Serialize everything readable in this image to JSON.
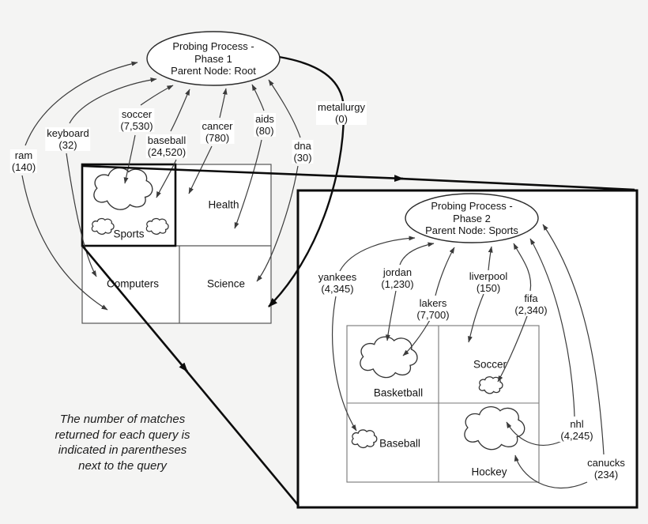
{
  "phase1": {
    "node": {
      "lines": [
        "Probing Process -",
        "Phase 1",
        "Parent Node: Root"
      ]
    },
    "queries": [
      {
        "term": "ram",
        "count": "(140)"
      },
      {
        "term": "keyboard",
        "count": "(32)"
      },
      {
        "term": "soccer",
        "count": "(7,530)"
      },
      {
        "term": "baseball",
        "count": "(24,520)"
      },
      {
        "term": "cancer",
        "count": "(780)"
      },
      {
        "term": "aids",
        "count": "(80)"
      },
      {
        "term": "dna",
        "count": "(30)"
      },
      {
        "term": "metallurgy",
        "count": "(0)"
      }
    ],
    "categories": [
      "Sports",
      "Health",
      "Computers",
      "Science"
    ]
  },
  "phase2": {
    "node": {
      "lines": [
        "Probing Process -",
        "Phase 2",
        "Parent Node: Sports"
      ]
    },
    "queries": [
      {
        "term": "yankees",
        "count": "(4,345)"
      },
      {
        "term": "jordan",
        "count": "(1,230)"
      },
      {
        "term": "lakers",
        "count": "(7,700)"
      },
      {
        "term": "liverpool",
        "count": "(150)"
      },
      {
        "term": "fifa",
        "count": "(2,340)"
      },
      {
        "term": "nhl",
        "count": "(4,245)"
      },
      {
        "term": "canucks",
        "count": "(234)"
      }
    ],
    "categories": [
      "Basketball",
      "Soccer",
      "Baseball",
      "Hockey"
    ]
  },
  "note": {
    "lines": [
      "The number of matches",
      "returned for each query is",
      "indicated in parentheses",
      "next to the query"
    ]
  },
  "colors": {
    "background": "#f4f4f3",
    "panel_fill": "#ffffff",
    "thin_line": "#3b3b3b",
    "bold_line": "#0c0c0c",
    "text": "#141414"
  }
}
